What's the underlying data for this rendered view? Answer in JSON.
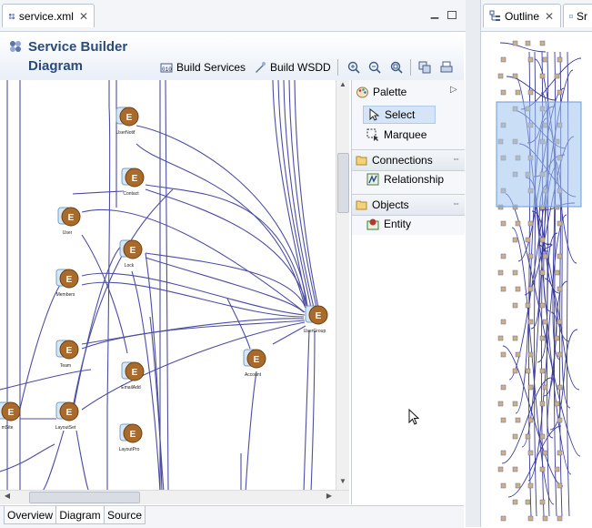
{
  "editor": {
    "tab_title": "service.xml",
    "diagram_title_line1": "Service Builder",
    "diagram_title_line2": "Diagram",
    "toolbar": {
      "build_services": "Build Services",
      "build_wsdd": "Build WSDD"
    }
  },
  "palette": {
    "title": "Palette",
    "tools": [
      {
        "label": "Select"
      },
      {
        "label": "Marquee"
      }
    ],
    "drawers": [
      {
        "label": "Connections",
        "items": [
          {
            "label": "Relationship"
          }
        ]
      },
      {
        "label": "Objects",
        "items": [
          {
            "label": "Entity"
          }
        ]
      }
    ]
  },
  "bottom_tabs": [
    "Overview",
    "Diagram",
    "Source"
  ],
  "outline": {
    "tab_label": "Outline",
    "second_tab_partial": "Sr"
  },
  "entities": [
    {
      "label": "UserNotif"
    },
    {
      "label": "Contact"
    },
    {
      "label": "User"
    },
    {
      "label": "Lock"
    },
    {
      "label": "Members"
    },
    {
      "label": "UserGroup"
    },
    {
      "label": "Team"
    },
    {
      "label": "EmailAdd"
    },
    {
      "label": "Account"
    },
    {
      "label": "mSite"
    },
    {
      "label": "LayoutSet"
    },
    {
      "label": "LayoutPro"
    }
  ],
  "colors": {
    "relationship_line": "#3a3a9a",
    "entity_badge": "#a86b2c",
    "outline_viewport": "#9fc3ee",
    "title_text": "#2b4b7a"
  }
}
